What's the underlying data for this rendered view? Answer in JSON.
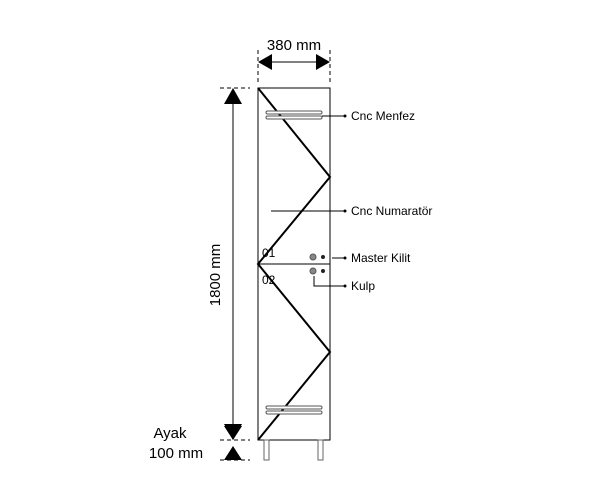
{
  "dimensions": {
    "width": "380 mm",
    "height": "1800 mm",
    "leg_label": "Ayak",
    "leg_height": "100 mm"
  },
  "callouts": {
    "vent": "Cnc Menfez",
    "numerator": "Cnc Numaratör",
    "master_lock": "Master Kilit",
    "handle": "Kulp"
  },
  "doors": [
    "01",
    "02"
  ]
}
